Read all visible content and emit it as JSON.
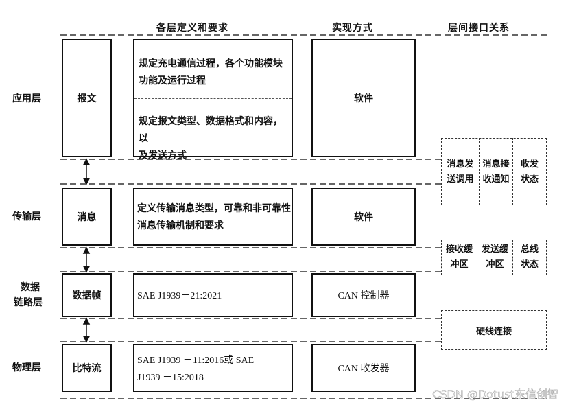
{
  "headers": {
    "definition": "各层定义和要求",
    "implementation": "实现方式",
    "interface": "层间接口关系"
  },
  "layers": [
    {
      "name": "应用层",
      "unit": "报文",
      "definition_lines": [
        "规定充电通信过程，各个功能模块",
        "功能及运行过程"
      ],
      "definition_lines_2": [
        "规定报文类型、数据格式和内容，以",
        "及发送方式"
      ],
      "implementation": "软件"
    },
    {
      "name": "传输层",
      "unit": "消息",
      "definition_lines": [
        "定义传输消息类型，可靠和非可靠性",
        "消息传输机制和要求"
      ],
      "implementation": "软件"
    },
    {
      "name_lines": [
        "数据",
        "链路层"
      ],
      "unit": "数据帧",
      "definition_lines": [
        "SAE  J1939－21:2021"
      ],
      "implementation": "CAN 控制器"
    },
    {
      "name": "物理层",
      "unit": "比特流",
      "definition_lines": [
        "SAE  J1939 －11:2016或 SAE",
        "J1939 －15:2018"
      ],
      "implementation": "CAN 收发器"
    }
  ],
  "interfaces": {
    "app_transport": [
      [
        "消息发",
        "送调用"
      ],
      [
        "消息接",
        "收通知"
      ],
      [
        "收发",
        "状态"
      ]
    ],
    "transport_datalink": [
      [
        "接收缓",
        "冲区"
      ],
      [
        "发送缓",
        "冲区"
      ],
      [
        "总线",
        "状态"
      ]
    ],
    "datalink_physical": "硬线连接"
  },
  "watermark": "CSDN @Dotust东信创智"
}
